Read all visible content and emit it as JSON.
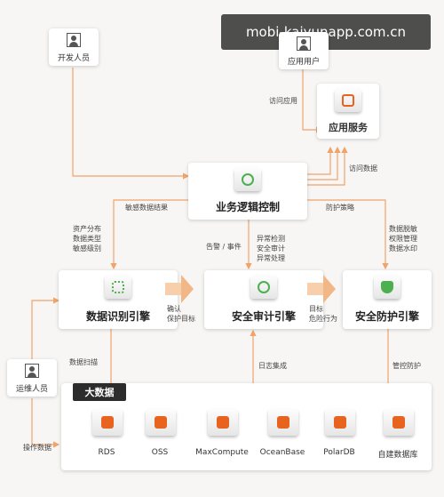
{
  "watermark": "mobi-kaiyunapp.com.cn",
  "actors": {
    "developer": "开发人员",
    "app_user": "应用用户",
    "ops": "运维人员"
  },
  "nodes": {
    "app_service": "应用服务",
    "business_logic": "业务逻辑控制",
    "data_identify": "数据识别引擎",
    "audit": "安全审计引擎",
    "protect": "安全防护引擎"
  },
  "edge_labels": {
    "access_app": "访问应用",
    "access_data": "访问数据",
    "sensitive_result": "敏感数据结果",
    "defense_policy": "防护策略",
    "asset_info": "资产分布\n数据类型\n敏感级别",
    "alert_event": "告警 / 事件",
    "anomaly": "异常检测\n安全审计\n异常处理",
    "masking": "数据脱敏\n权限管理\n数据水印",
    "confirm_target": "确认\n保护目标",
    "target_risk": "目标\n危险行为",
    "data_scan": "数据扫描",
    "log_integration": "日志集成",
    "control_defense": "管控防护",
    "operate_data": "操作数据"
  },
  "bigdata": {
    "title": "大数据",
    "items": [
      {
        "name": "RDS",
        "icon": "rds-icon",
        "color": "#e8641e"
      },
      {
        "name": "OSS",
        "icon": "oss-icon",
        "color": "#e8641e"
      },
      {
        "name": "MaxCompute",
        "icon": "maxcompute-icon",
        "color": "#e8641e"
      },
      {
        "name": "OceanBase",
        "icon": "oceanbase-icon",
        "color": "#e8641e"
      },
      {
        "name": "PolarDB",
        "icon": "polardb-icon",
        "color": "#e8641e"
      },
      {
        "name": "自建数据库",
        "icon": "self-built-db-icon",
        "color": "#e8641e"
      }
    ]
  },
  "colors": {
    "arrow": "#f0a46a",
    "accent": "#e8641e",
    "green": "#4caf50"
  }
}
